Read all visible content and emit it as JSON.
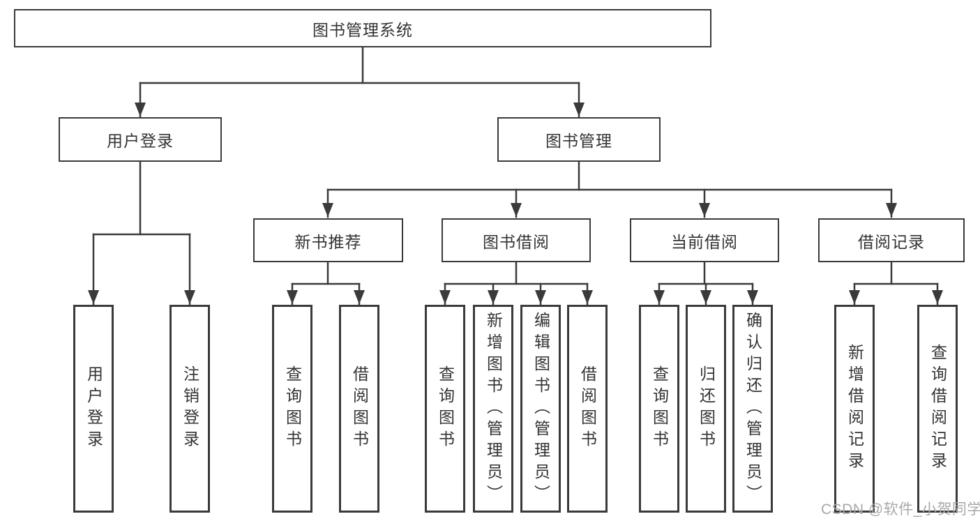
{
  "tree": {
    "label": "图书管理系统",
    "children": [
      {
        "label": "用户登录",
        "children": [
          {
            "label": "用户登录"
          },
          {
            "label": "注销登录"
          }
        ]
      },
      {
        "label": "图书管理",
        "children": [
          {
            "label": "新书推荐",
            "children": [
              {
                "label": "查询图书"
              },
              {
                "label": "借阅图书"
              }
            ]
          },
          {
            "label": "图书借阅",
            "children": [
              {
                "label": "查询图书"
              },
              {
                "label": "新增图书（管理员）"
              },
              {
                "label": "编辑图书（管理员）"
              },
              {
                "label": "借阅图书"
              }
            ]
          },
          {
            "label": "当前借阅",
            "children": [
              {
                "label": "查询图书"
              },
              {
                "label": "归还图书"
              },
              {
                "label": "确认归还（管理员）"
              }
            ]
          },
          {
            "label": "借阅记录",
            "children": [
              {
                "label": "新增借阅记录"
              },
              {
                "label": "查询借阅记录"
              }
            ]
          }
        ]
      }
    ]
  },
  "watermark": "CSDN @软件_小贺同学",
  "colors": {
    "line": "#3a3a3a",
    "box_border": "#3a3a3a",
    "box_fill": "#ffffff",
    "text": "#333333",
    "watermark": "#a8a8a8",
    "background": "#ffffff"
  }
}
